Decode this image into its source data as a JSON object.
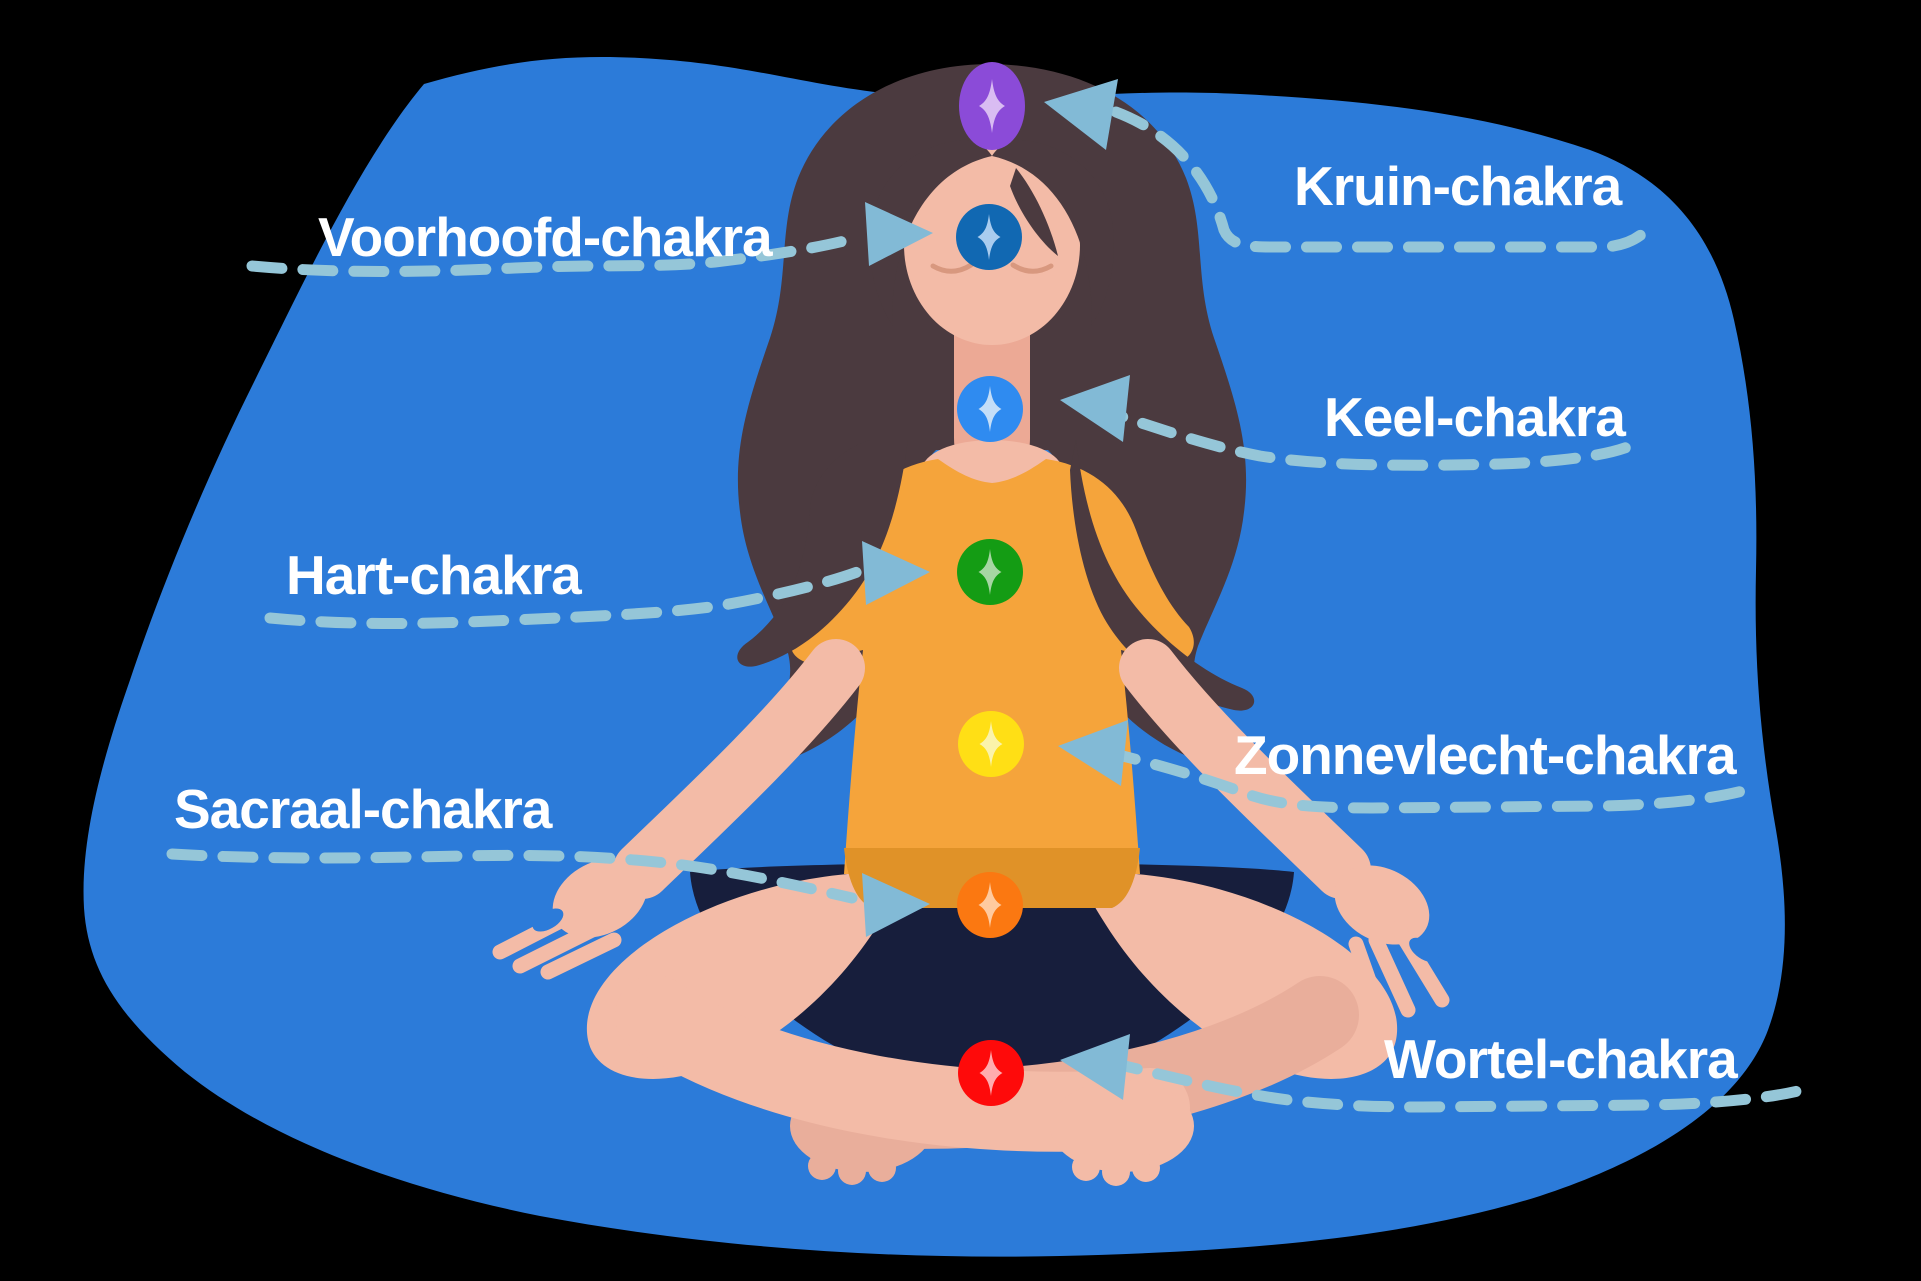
{
  "diagram": {
    "subject": "chakra-overview-meditating-woman",
    "background_color": "#000000",
    "blob_color": "#2C7BD9",
    "connector_line_color": "#95C6D8",
    "arrow_color": "#82BAD6",
    "label_text_color": "#FFFFFF",
    "figure_palette": {
      "hair": "#4B3A3F",
      "skin": "#F3BBA7",
      "skin_shadow": "#E9AE9B",
      "shirt": "#F5A43B",
      "shirt_hem": "#E09228",
      "pants": "#171E3C"
    },
    "chakras": [
      {
        "id": "kruin",
        "label": "Kruin-chakra",
        "color": "#8B4BD8",
        "sparkle_color": "#D9BCF2"
      },
      {
        "id": "voorhoofd",
        "label": "Voorhoofd-chakra",
        "color": "#1168B2",
        "sparkle_color": "#A9CCEF"
      },
      {
        "id": "keel",
        "label": "Keel-chakra",
        "color": "#2F8BF0",
        "sparkle_color": "#C4DEF8"
      },
      {
        "id": "hart",
        "label": "Hart-chakra",
        "color": "#149C14",
        "sparkle_color": "#A6D6A3"
      },
      {
        "id": "zonnevlecht",
        "label": "Zonnevlecht-chakra",
        "color": "#FFDF15",
        "sparkle_color": "#FBF3AA"
      },
      {
        "id": "sacraal",
        "label": "Sacraal-chakra",
        "color": "#FB7811",
        "sparkle_color": "#FFCA9E"
      },
      {
        "id": "wortel",
        "label": "Wortel-chakra",
        "color": "#FE0A0A",
        "sparkle_color": "#FFABAE"
      }
    ]
  }
}
